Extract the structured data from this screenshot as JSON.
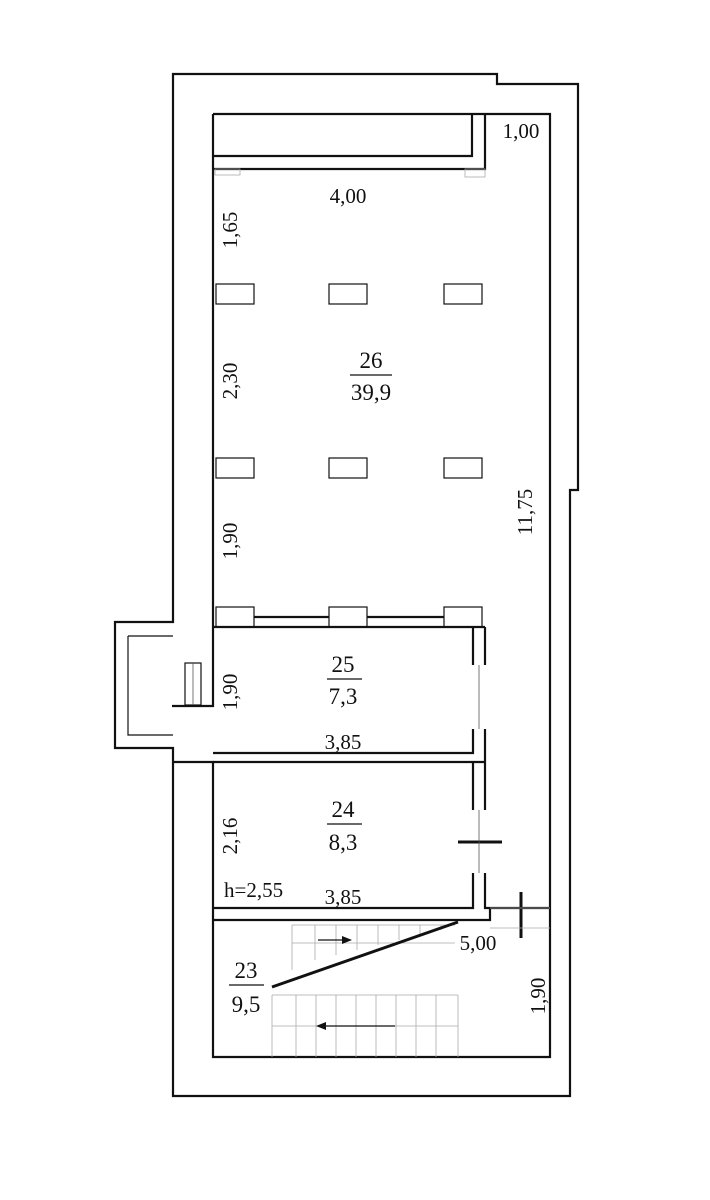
{
  "rooms": {
    "r26": {
      "number": "26",
      "area": "39,9"
    },
    "r25": {
      "number": "25",
      "area": "7,3"
    },
    "r24": {
      "number": "24",
      "area": "8,3"
    },
    "r23": {
      "number": "23",
      "area": "9,5"
    }
  },
  "dimensions": {
    "d_1_00": "1,00",
    "d_4_00": "4,00",
    "d_1_65": "1,65",
    "d_2_30": "2,30",
    "d_1_90_a": "1,90",
    "d_11_75": "11,75",
    "d_1_90_b": "1,90",
    "d_3_85_a": "3,85",
    "d_2_16": "2,16",
    "d_3_85_b": "3,85",
    "d_5_00": "5,00",
    "d_1_90_c": "1,90"
  },
  "height_label": "h=2,55"
}
